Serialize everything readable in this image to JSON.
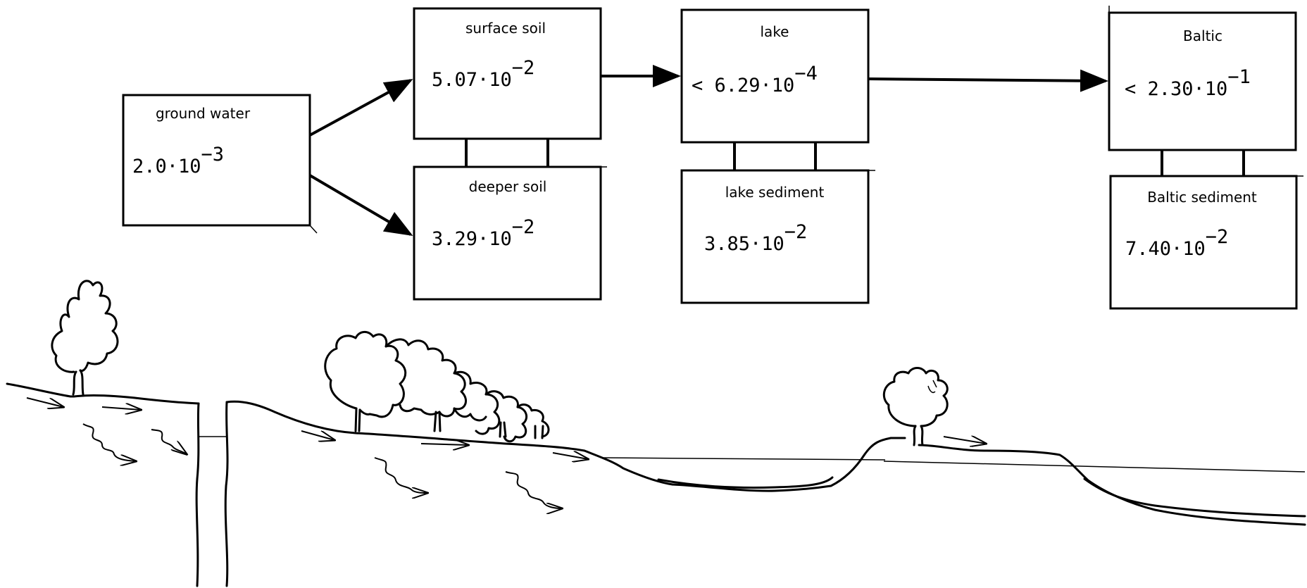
{
  "compartments": {
    "ground_water": {
      "label": "ground water",
      "mantissa": "2.0·10",
      "exponent": "−3"
    },
    "surface_soil": {
      "label": "surface soil",
      "mantissa": "5.07·10",
      "exponent": "−2"
    },
    "deeper_soil": {
      "label": "deeper soil",
      "mantissa": "3.29·10",
      "exponent": "−2"
    },
    "lake": {
      "label": "lake",
      "mantissa": "< 6.29·10",
      "exponent": "−4"
    },
    "lake_sediment": {
      "label": "lake sediment",
      "mantissa": "3.85·10",
      "exponent": "−2"
    },
    "baltic": {
      "label": "Baltic",
      "mantissa": "< 2.30·10",
      "exponent": "−1"
    },
    "baltic_sediment": {
      "label": "Baltic sediment",
      "mantissa": "7.40·10",
      "exponent": "−2"
    }
  }
}
